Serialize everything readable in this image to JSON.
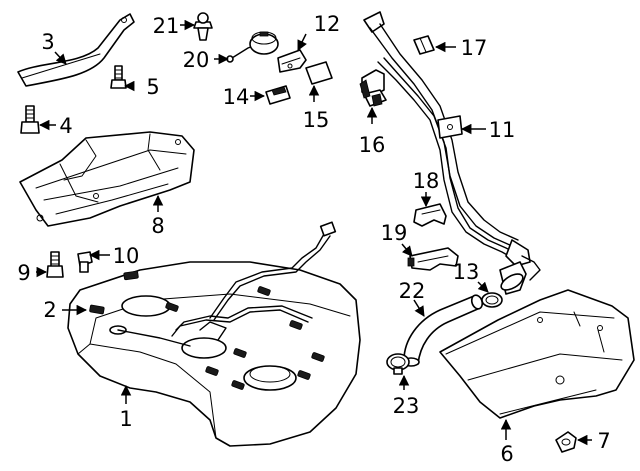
{
  "diagram": {
    "type": "exploded-parts-diagram",
    "callouts": [
      "1",
      "2",
      "3",
      "4",
      "5",
      "6",
      "7",
      "8",
      "9",
      "10",
      "11",
      "12",
      "13",
      "14",
      "15",
      "16",
      "17",
      "18",
      "19",
      "20",
      "21",
      "22",
      "23"
    ]
  }
}
